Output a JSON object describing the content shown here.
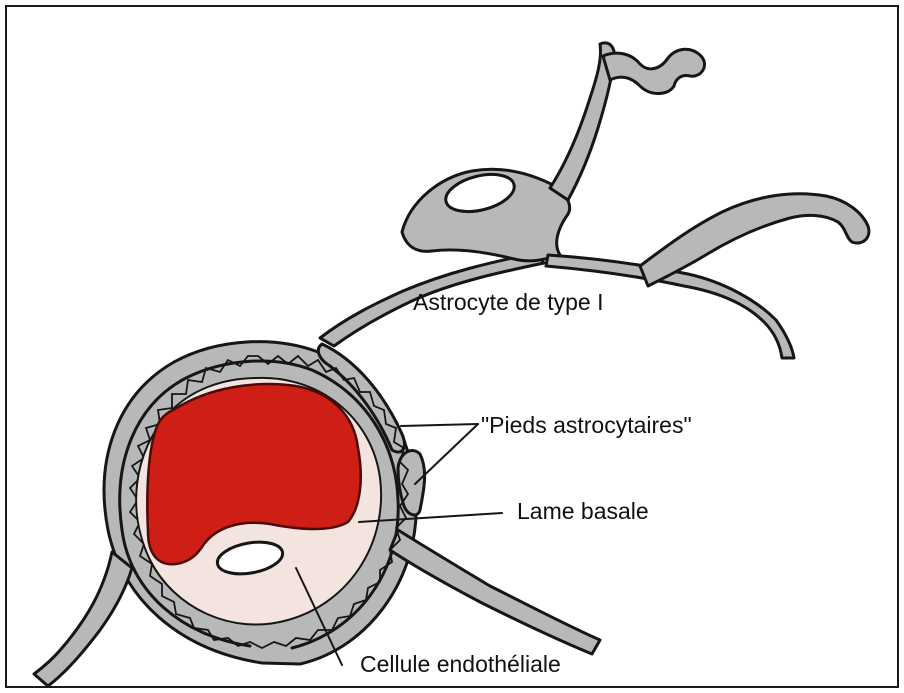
{
  "diagram": {
    "labels": {
      "astrocyte": "Astrocyte de type I",
      "feet": "\"Pieds astrocytaires\"",
      "basal_lamina": "Lame basale",
      "endothelial_cell": "Cellule endothéliale"
    },
    "colors": {
      "glia": "#b7b9b8",
      "blood": "#cf1e16",
      "endothelium": "#f4e4df",
      "outline": "#161616"
    }
  }
}
